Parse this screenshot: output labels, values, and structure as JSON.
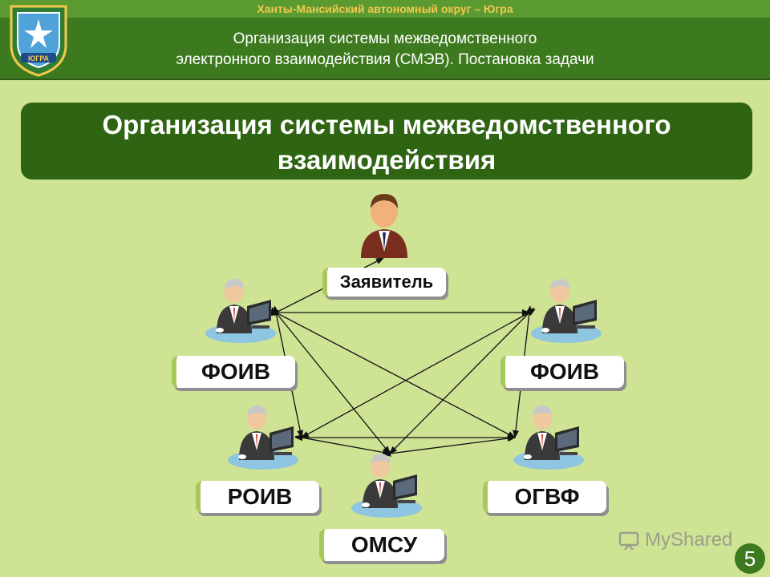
{
  "header": {
    "region": "Ханты-Мансийский автономный округ – Югра",
    "subtitle_line1": "Организация системы межведомственного",
    "subtitle_line2": "электронного взаимодействия (СМЭВ). Постановка задачи",
    "emblem_text": "ЮГРА"
  },
  "title": {
    "line1": "Организация системы межведомственного",
    "line2": "взаимодействия"
  },
  "nodes": {
    "applicant": "Заявитель",
    "foiv_left": "ФОИВ",
    "foiv_right": "ФОИВ",
    "roiv": "РОИВ",
    "omsu": "ОМСУ",
    "ogvf": "ОГВФ"
  },
  "watermark": "MyShared",
  "page_number": "5",
  "colors": {
    "background": "#cfe395",
    "header": "#3d7a1f",
    "banner": "#2f6512",
    "region_text": "#f2c94c"
  }
}
